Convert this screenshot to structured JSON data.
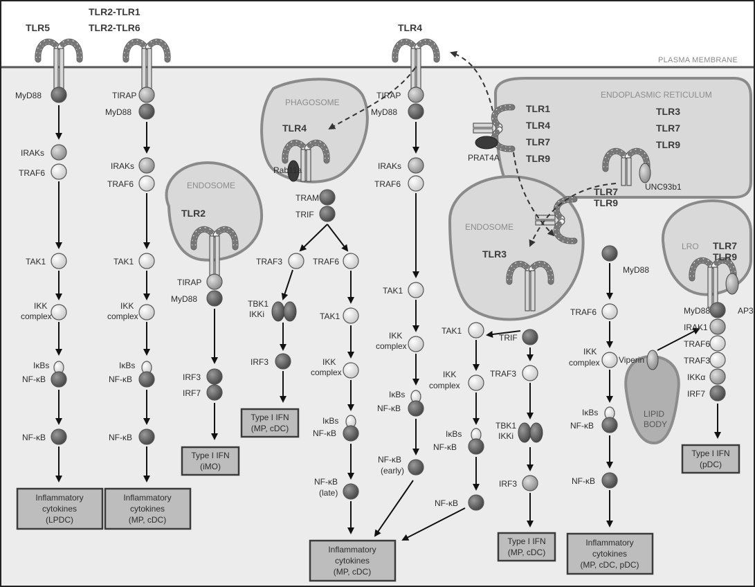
{
  "membrane_label": "PLASMA MEMBRANE",
  "receptors": {
    "tlr5": "TLR5",
    "tlr2_tlr1": "TLR2-TLR1",
    "tlr2_tlr6": "TLR2-TLR6",
    "tlr4_surface": "TLR4",
    "tlr4_phagosome": "TLR4",
    "tlr2_endosome": "TLR2",
    "tlr3_endosome": "TLR3",
    "tlr7_endosome": "TLR7",
    "tlr9_endosome": "TLR9",
    "tlr7_lro": "TLR7",
    "tlr9_lro": "TLR9"
  },
  "compartments": {
    "phagosome": "PHAGOSOME",
    "endosome_left": "ENDOSOME",
    "endosome_right": "ENDOSOME",
    "er": "ENDOPLASMIC RETICULUM",
    "lro": "LRO",
    "lipid_body_1": "LIPID",
    "lipid_body_2": "BODY"
  },
  "er_lists": {
    "col1": [
      "TLR1",
      "TLR4",
      "TLR7",
      "TLR9"
    ],
    "col2": [
      "TLR3",
      "TLR7",
      "TLR9"
    ]
  },
  "labels": {
    "myd88": "MyD88",
    "tirap": "TIRAP",
    "iraks": "IRAKs",
    "traf6": "TRAF6",
    "tak1": "TAK1",
    "ikk": "IKK",
    "complex": "complex",
    "ikbs": "IκBs",
    "nfkb": "NF-κB",
    "rab11a": "Rab11a",
    "tram": "TRAM",
    "trif": "TRIF",
    "traf3": "TRAF3",
    "tbk1": "TBK1",
    "ikki": "IKKi",
    "irf3": "IRF3",
    "irf7": "IRF7",
    "prat4a": "PRAT4A",
    "unc93b1": "UNC93b1",
    "early": "(early)",
    "late": "(late)",
    "viperin": "Viperin",
    "irak1": "IRAK1",
    "ikka": "IKKα",
    "ap3": "AP3"
  },
  "output_boxes": {
    "lpdc": [
      "Inflammatory",
      "cytokines",
      "(LPDC)"
    ],
    "mp_cdc_1": [
      "Inflammatory",
      "cytokines",
      "(MP, cDC)"
    ],
    "imo": [
      "Type I IFN",
      "(iMO)"
    ],
    "type1_mp_cdc": [
      "Type I IFN",
      "(MP, cDC)"
    ],
    "mp_cdc_center": [
      "Inflammatory",
      "cytokines",
      "(MP, cDC)"
    ],
    "type1_trif": [
      "Type I IFN",
      "(MP, cDC)"
    ],
    "mp_cdc_pdc": [
      "Inflammatory",
      "cytokines",
      "(MP, cDC, pDC)"
    ],
    "pdc": [
      "Type I IFN",
      "(pDC)"
    ]
  },
  "colors": {
    "background_cytoplasm": "#ececec",
    "membrane": "#555555",
    "box_fill": "#bdbdbd",
    "adaptor_dark": "#5a5a5a",
    "adaptor_mid": "#9a9a9a",
    "adaptor_light": "#dcdcdc"
  }
}
